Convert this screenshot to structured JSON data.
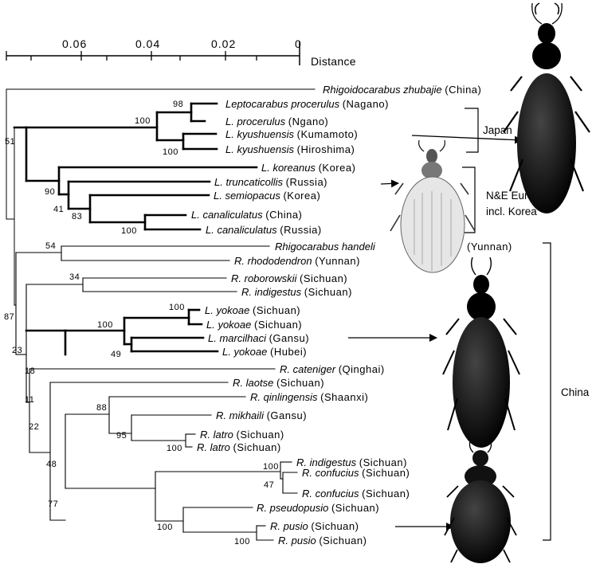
{
  "scale": {
    "ticks": [
      "0.06",
      "0.04",
      "0.02",
      "0"
    ],
    "label": "Distance"
  },
  "taxa": [
    {
      "id": "t1",
      "name": "Rhigoidocarabus zhubajie",
      "loc": "(China)"
    },
    {
      "id": "t2",
      "name": "Leptocarabus procerulus",
      "loc": "(Nagano)"
    },
    {
      "id": "t3",
      "name": "L. procerulus",
      "loc": "(Ngano)"
    },
    {
      "id": "t4",
      "name": "L. kyushuensis",
      "loc": "(Kumamoto)"
    },
    {
      "id": "t5",
      "name": "L. kyushuensis",
      "loc": "(Hiroshima)"
    },
    {
      "id": "t6",
      "name": "L. koreanus",
      "loc": "(Korea)"
    },
    {
      "id": "t7",
      "name": "L. truncaticollis",
      "loc": "(Russia)"
    },
    {
      "id": "t8",
      "name": "L. semiopacus",
      "loc": "(Korea)"
    },
    {
      "id": "t9",
      "name": "L. canaliculatus",
      "loc": "(China)"
    },
    {
      "id": "t10",
      "name": "L. canaliculatus",
      "loc": "(Russia)"
    },
    {
      "id": "t11",
      "name": "Rhigocarabus handeli",
      "loc": "(Yunnan)"
    },
    {
      "id": "t12",
      "name": "R. rhododendron",
      "loc": "(Yunnan)"
    },
    {
      "id": "t13",
      "name": "R. roborowskii",
      "loc": "(Sichuan)"
    },
    {
      "id": "t14",
      "name": "R. indigestus",
      "loc": "(Sichuan)"
    },
    {
      "id": "t15",
      "name": "L. yokoae",
      "loc": "(Sichuan)"
    },
    {
      "id": "t16",
      "name": "L. yokoae",
      "loc": "(Sichuan)"
    },
    {
      "id": "t17",
      "name": "L. marcilhaci",
      "loc": "(Gansu)"
    },
    {
      "id": "t18",
      "name": "L. yokoae",
      "loc": "(Hubei)"
    },
    {
      "id": "t19",
      "name": "R. cateniger",
      "loc": "(Qinghai)"
    },
    {
      "id": "t20",
      "name": "R. laotse",
      "loc": "(Sichuan)"
    },
    {
      "id": "t21",
      "name": "R. qinlingensis",
      "loc": "(Shaanxi)"
    },
    {
      "id": "t22",
      "name": "R. mikhaili",
      "loc": "(Gansu)"
    },
    {
      "id": "t23",
      "name": "R. latro",
      "loc": "(Sichuan)"
    },
    {
      "id": "t24",
      "name": "R. latro",
      "loc": "(Sichuan)"
    },
    {
      "id": "t25",
      "name": "R. indigestus",
      "loc": "(Sichuan)"
    },
    {
      "id": "t26",
      "name": "R. confucius",
      "loc": "(Sichuan)"
    },
    {
      "id": "t27",
      "name": "R. confucius",
      "loc": "(Sichuan)"
    },
    {
      "id": "t28",
      "name": "R. pseudopusio",
      "loc": "(Sichuan)"
    },
    {
      "id": "t29",
      "name": "R. pusio",
      "loc": "(Sichuan)"
    },
    {
      "id": "t30",
      "name": "R. pusio",
      "loc": "(Sichuan)"
    }
  ],
  "support": [
    "51",
    "98",
    "100",
    "100",
    "90",
    "41",
    "83",
    "100",
    "54",
    "87",
    "34",
    "23",
    "100",
    "100",
    "49",
    "18",
    "11",
    "88",
    "22",
    "95",
    "100",
    "48",
    "100",
    "47",
    "77",
    "100",
    "100"
  ],
  "regions": {
    "japan": "Japan",
    "eurasia_line1": "N&E Eurasia",
    "eurasia_line2": "incl. Korea",
    "china": "China"
  }
}
